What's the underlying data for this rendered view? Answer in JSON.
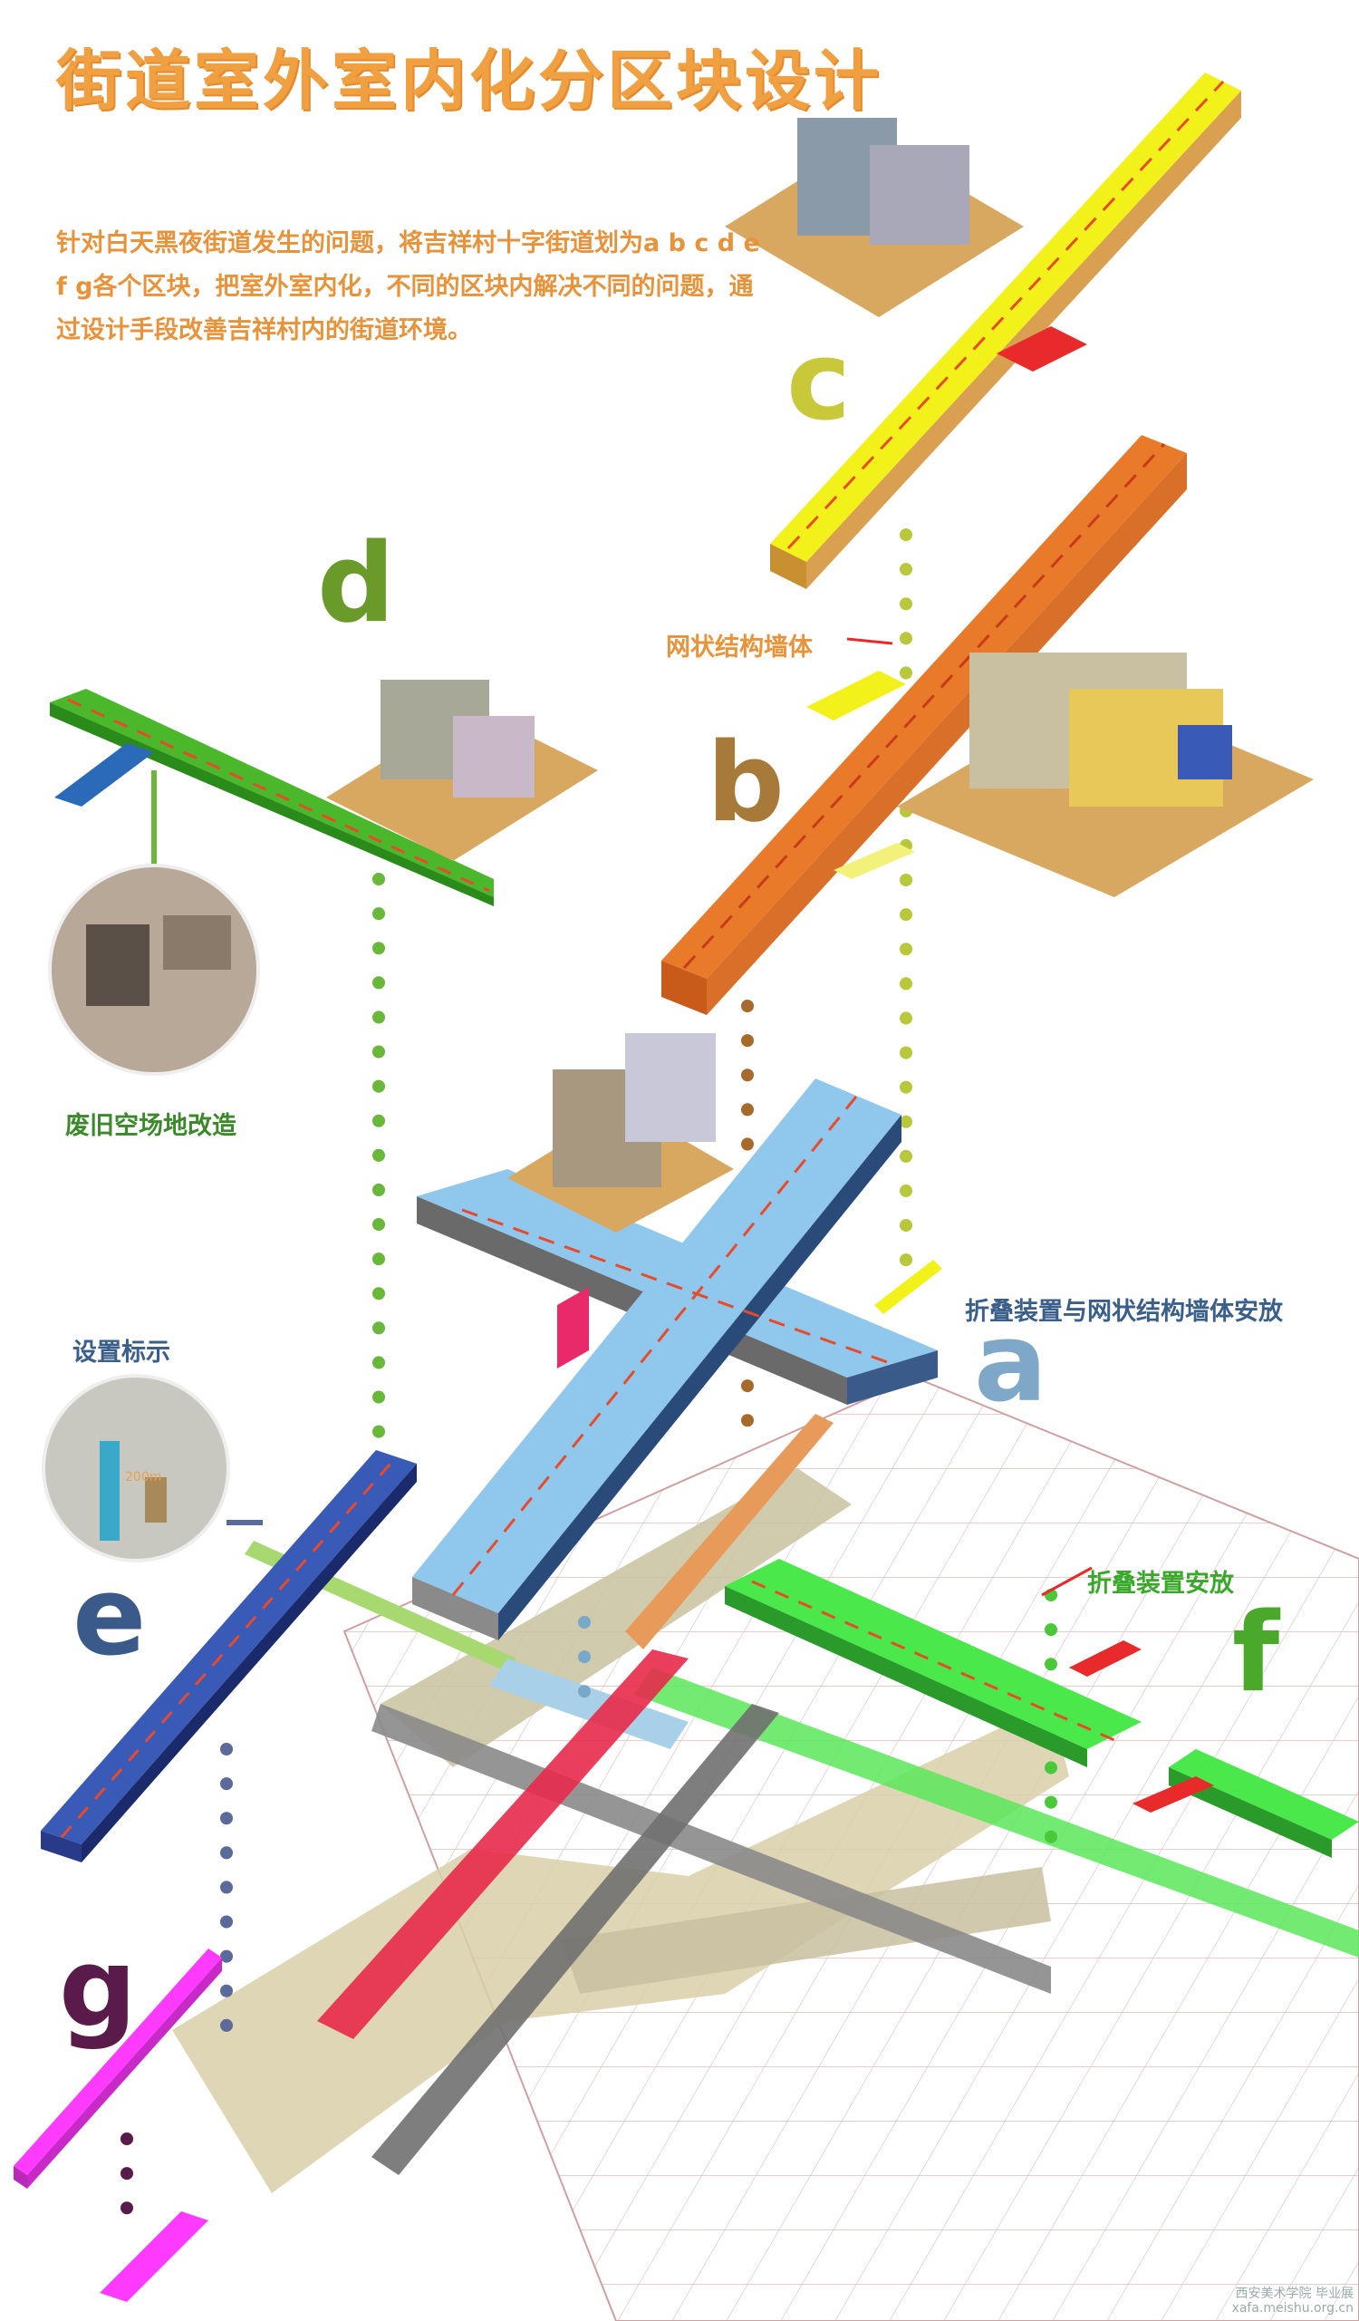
{
  "title": "街道室外室内化分区块设计",
  "intro": "针对白天黑夜街道发生的问题，将吉祥村十字街道划为a b c d e f g各个区块，把室外室内化，不同的区块内解决不同的问题，通过设计手段改善吉祥村内的街道环境。",
  "blocks": {
    "a": {
      "letter": "a",
      "color": "#7fa8c8",
      "label": "折叠装置与网状结构墙体安放",
      "label_color": "#3a5f8a"
    },
    "b": {
      "letter": "b",
      "color": "#a87a3a",
      "label": "网状结构墙体",
      "label_color": "#e8923a"
    },
    "c": {
      "letter": "c",
      "color": "#c8c83a"
    },
    "d": {
      "letter": "d",
      "color": "#6a9a2a",
      "label": "废旧空场地改造",
      "label_color": "#3a8a2a"
    },
    "e": {
      "letter": "e",
      "color": "#3a5a8a",
      "label": "设置标示",
      "label_color": "#3a5f8a"
    },
    "f": {
      "letter": "f",
      "color": "#4aa82a",
      "label": "折叠装置安放",
      "label_color": "#3aa82a"
    },
    "g": {
      "letter": "g",
      "color": "#5a1a4a"
    }
  },
  "sign_inset": {
    "distance": "200m"
  },
  "watermark": {
    "line1": "西安美术学院 毕业展",
    "line2": "xafa.meishu.org.cn"
  },
  "colors": {
    "yellow_street": "#f2f21a",
    "orange_street": "#e87a2a",
    "blue_street": "#8fc8ec",
    "green_street": "#3ab83a",
    "navy_street": "#3a5ab8",
    "lime_street": "#3ae83a",
    "magenta_street": "#e83ae8",
    "ground": "#d8a860"
  }
}
